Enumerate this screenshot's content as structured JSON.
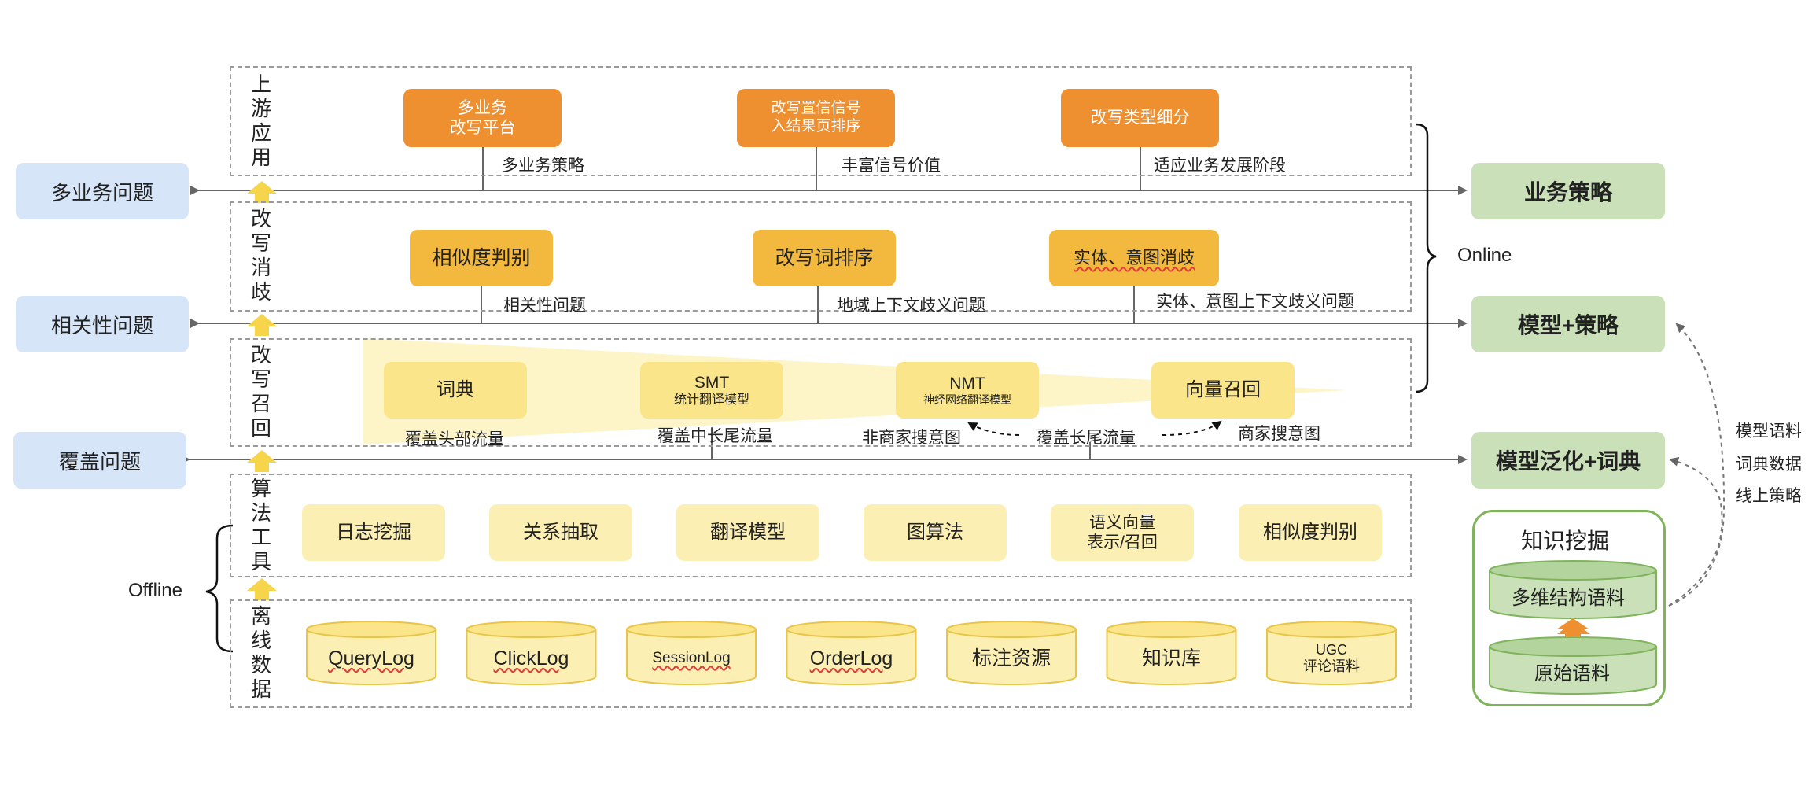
{
  "layers": {
    "upstream": "上游应用",
    "disambig": "改写消歧",
    "recall": "改写召回",
    "algo": "算法工具",
    "offline_data": "离线数据"
  },
  "upstream": {
    "box1": [
      "多业务",
      "改写平台"
    ],
    "box2": [
      "改写置信信号",
      "入结果页排序"
    ],
    "box3": "改写类型细分",
    "note1": "多业务策略",
    "note2": "丰富信号价值",
    "note3": "适应业务发展阶段"
  },
  "disambig": {
    "box1": "相似度判别",
    "box2": "改写词排序",
    "box3": "实体、意图消歧",
    "note1": "相关性问题",
    "note2": "地域上下文歧义问题",
    "note3": "实体、意图上下文歧义问题"
  },
  "recall": {
    "box1": "词典",
    "box2_main": "SMT",
    "box2_sub": "统计翻译模型",
    "box3_main": "NMT",
    "box3_sub": "神经网络翻译模型",
    "box4": "向量召回",
    "note1": "覆盖头部流量",
    "note2": "覆盖中长尾流量",
    "note3": "非商家搜意图",
    "note4": "覆盖长尾流量",
    "note5": "商家搜意图"
  },
  "algo_tools": [
    "日志挖掘",
    "关系抽取",
    "翻译模型",
    "图算法",
    "语义向量|表示/召回",
    "相似度判别"
  ],
  "data_sources": [
    {
      "label": "QueryLog",
      "wavy": true
    },
    {
      "label": "ClickLog",
      "wavy": true
    },
    {
      "label": "SessionLog",
      "wavy": true
    },
    {
      "label": "OrderLog",
      "wavy": true
    },
    {
      "label": "标注资源",
      "wavy": false
    },
    {
      "label": "知识库",
      "wavy": false
    },
    {
      "label": "UGC|评论语料",
      "wavy": false
    }
  ],
  "left_problems": [
    "多业务问题",
    "相关性问题",
    "覆盖问题"
  ],
  "right_outputs": [
    "业务策略",
    "模型+策略",
    "模型泛化+词典"
  ],
  "online_label": "Online",
  "offline_label": "Offline",
  "knowledge": {
    "title": "知识挖掘",
    "top": "多维结构语料",
    "bottom": "原始语料"
  },
  "feedback_labels": [
    "模型语料",
    "词典数据",
    "线上策略"
  ],
  "colors": {
    "orange": "#ee8f30",
    "amber": "#f2b93e",
    "yellow": "#fbe58a",
    "pale_yellow": "#fcefb4",
    "side_blue": "#d6e5f8",
    "side_green": "#c9e0b8",
    "green_border": "#7fb35c"
  }
}
